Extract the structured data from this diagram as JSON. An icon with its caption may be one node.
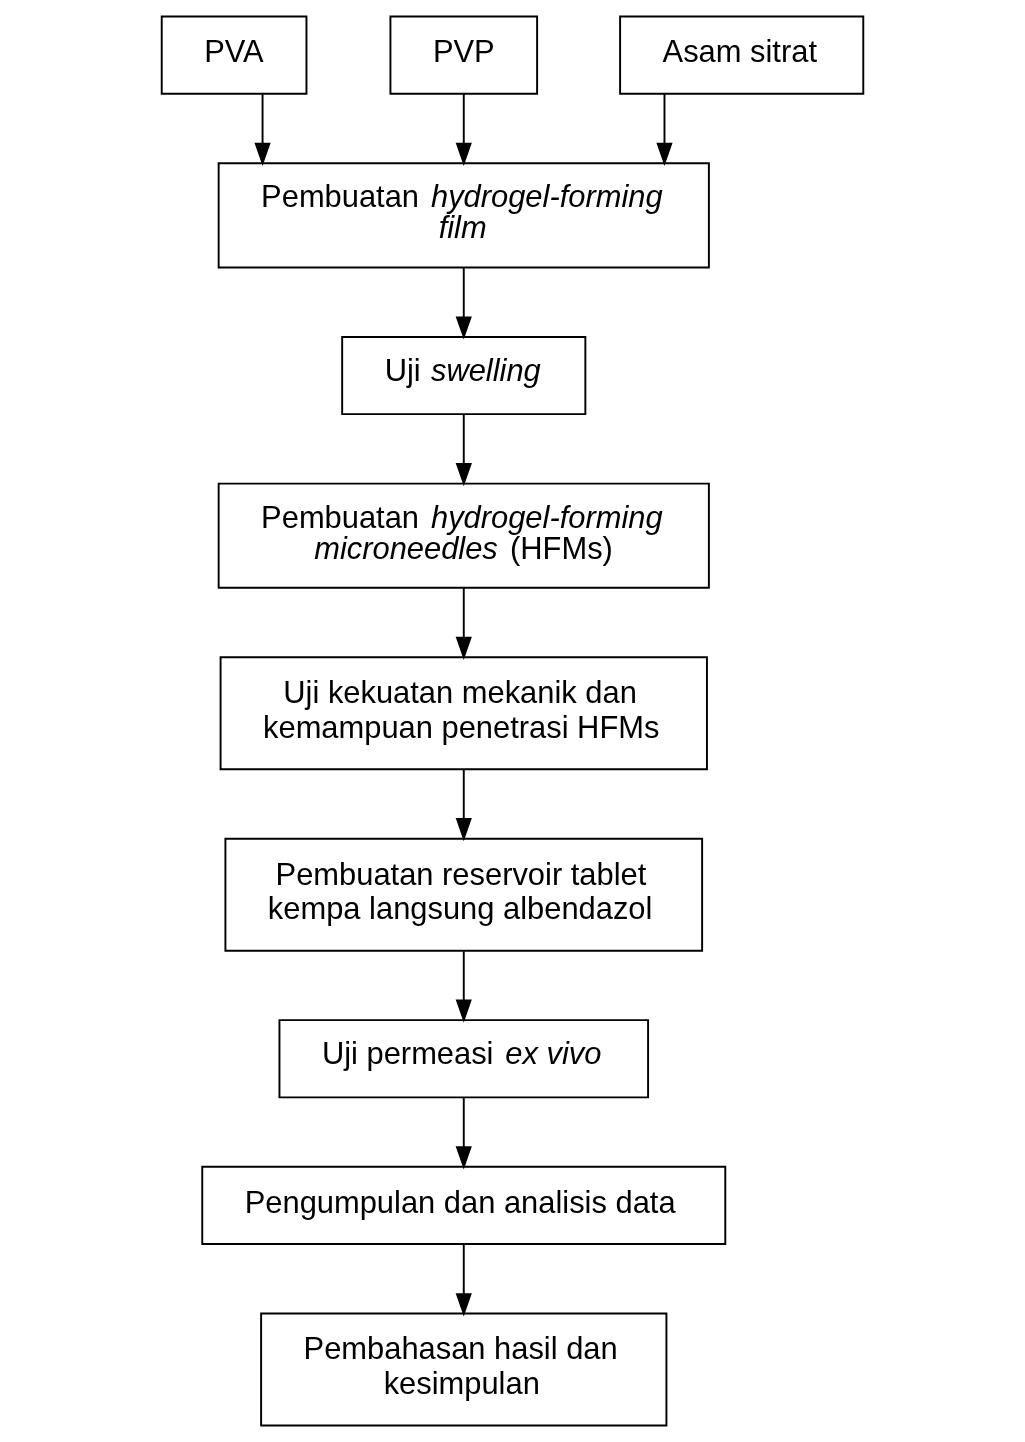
{
  "diagram": {
    "nodes": [
      {
        "text": [
          "PVA"
        ]
      },
      {
        "text": [
          "PVP"
        ]
      },
      {
        "text": [
          "Asam sitrat"
        ]
      },
      {
        "text": [
          "Pembuatan *hydrogel-forming film*"
        ]
      },
      {
        "text": [
          "Uji *swelling*"
        ]
      },
      {
        "text": [
          "Pembuatan *hydrogel-forming microneedles* (HFMs)"
        ]
      },
      {
        "text": [
          "Uji kekuatan mekanik dan kemampuan penetrasi HFMs"
        ]
      },
      {
        "text": [
          "Pembuatan reservoir tablet kempa langsung albendazol"
        ]
      },
      {
        "text": [
          "Uji permeasi *ex vivo*"
        ]
      },
      {
        "text": [
          "Pengumpulan dan analisis data"
        ]
      },
      {
        "text": [
          "Pembahasan hasil dan kesimpulan"
        ]
      }
    ],
    "edges": [
      {
        "from": 0,
        "to": 3,
        "arrow": "to"
      },
      {
        "from": 1,
        "to": 3,
        "arrow": "to"
      },
      {
        "from": 2,
        "to": 3,
        "arrow": "to"
      },
      {
        "from": 3,
        "to": 4,
        "arrow": "to"
      },
      {
        "from": 4,
        "to": 5,
        "arrow": "to"
      },
      {
        "from": 5,
        "to": 6,
        "arrow": "to"
      },
      {
        "from": 6,
        "to": 7,
        "arrow": "to"
      },
      {
        "from": 7,
        "to": 8,
        "arrow": "to"
      },
      {
        "from": 8,
        "to": 9,
        "arrow": "to"
      },
      {
        "from": 9,
        "to": 10,
        "arrow": "to"
      }
    ]
  }
}
